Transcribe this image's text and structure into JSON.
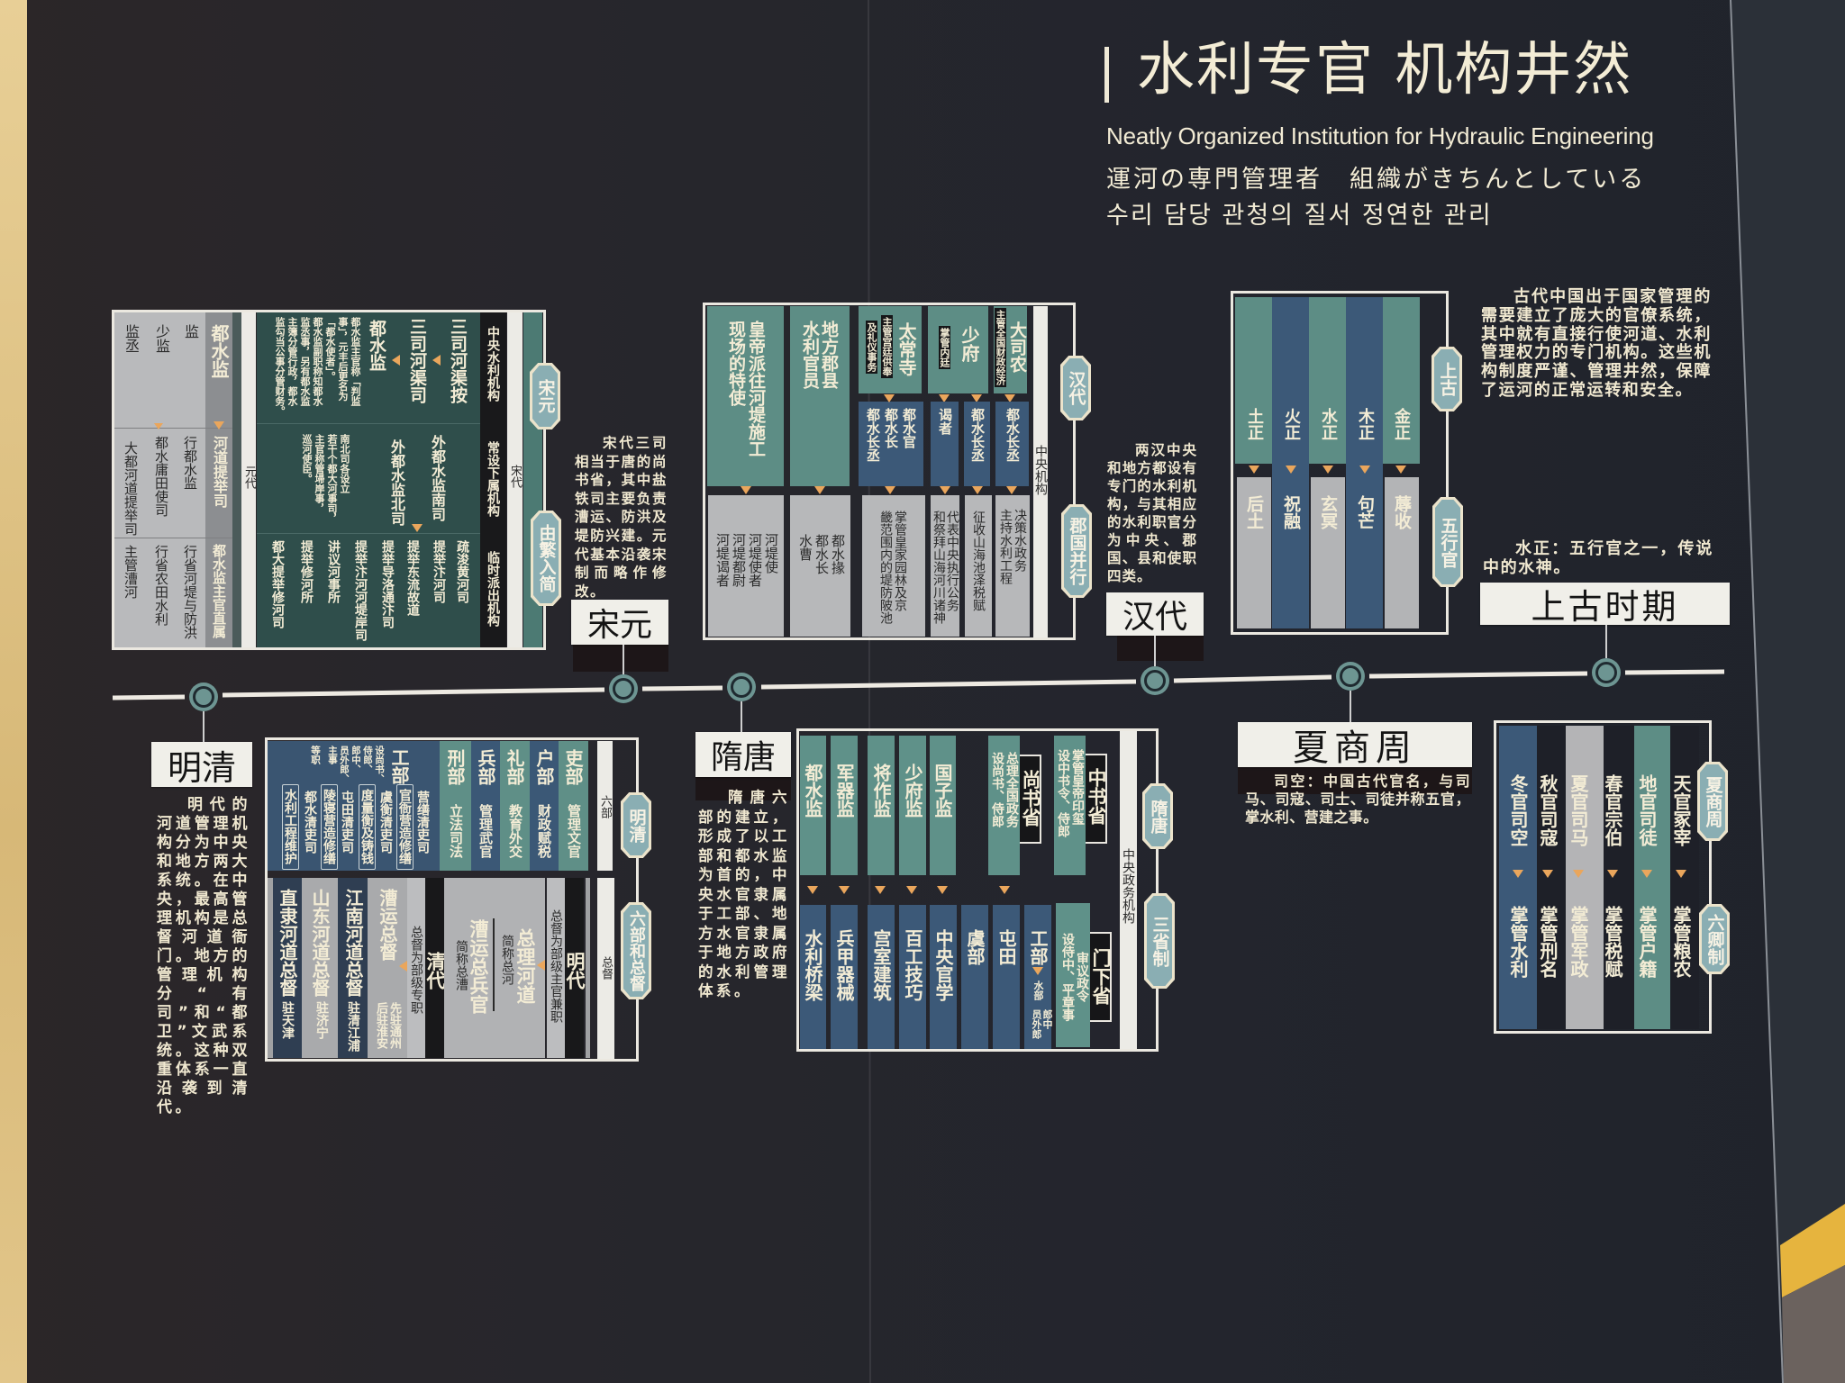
{
  "header": {
    "title": "水利专官 机构井然",
    "subtitle_en": "Neatly Organized Institution for Hydraulic Engineering",
    "subtitle_ja": "運河の専門管理者　組織がきちんとしている",
    "subtitle_ko": "수리 담당 관청의 질서 정연한 관리"
  },
  "colors": {
    "teal": "#5d8d85",
    "navy": "#3c5978",
    "grey": "#b7b8ba",
    "badge": "#8aaeb3",
    "arrow": "#eaa65c",
    "panel": "#24262d",
    "text_cream": "#f3ecd5",
    "accent_gold": "#e6b43e"
  },
  "shanggu": {
    "period_label": "上古时期",
    "badges": [
      "上古",
      "五行官"
    ],
    "description": "古代中国出于国家管理的需要建立了庞大的官僚系统，其中就有直接行使河道、水利管理权力的专门机构。这些机构制度严谨、管理井然，保障了运河的正常运转和安全。",
    "note": "水正：五行官之一，传说中的水神。",
    "columns": [
      {
        "office": "土正",
        "deity": "后土"
      },
      {
        "office": "火正",
        "deity": "祝融"
      },
      {
        "office": "水正",
        "deity": "玄冥"
      },
      {
        "office": "木正",
        "deity": "句芒"
      },
      {
        "office": "金正",
        "deity": "蓐收"
      }
    ]
  },
  "xiashangzhou": {
    "period_label": "夏商周",
    "badges": [
      "夏商周",
      "六卿制"
    ],
    "note": "司空：中国古代官名，与司马、司寇、司士、司徒并称五官，掌水利、营建之事。",
    "columns": [
      {
        "office": "冬官司空",
        "duty": "掌管水利"
      },
      {
        "office": "秋官司寇",
        "duty": "掌管刑名"
      },
      {
        "office": "夏官司马",
        "duty": "掌管军政"
      },
      {
        "office": "春官宗伯",
        "duty": "掌管税赋"
      },
      {
        "office": "地官司徒",
        "duty": "掌管户籍"
      },
      {
        "office": "天官冢宰",
        "duty": "掌管粮农"
      }
    ]
  },
  "han": {
    "period_label": "汉代",
    "badges": [
      "汉代",
      "郡国并行"
    ],
    "bar_label": "中央机构",
    "description": "两汉中央和地方都设有专门的水利机构，与其相应的水利职官分为中央、郡国、县和使职四类。",
    "envoy": {
      "title_lines": [
        "皇帝派往河堤施工",
        "现场的特使"
      ],
      "officials": [
        "河堤使",
        "河堤使者",
        "河堤都尉",
        "河堤谒者"
      ]
    },
    "local": {
      "title_lines": [
        "地方郡县",
        "水利官员"
      ],
      "officials": [
        "都水掾",
        "都水长",
        "水曹"
      ]
    },
    "taichang": {
      "name": "太常寺",
      "role_lines": [
        "主管宫廷供奉",
        "及礼仪事务"
      ],
      "officials": [
        "都水官",
        "都水长",
        "都水长丞"
      ],
      "duty_lines": [
        "掌管皇家园林及京",
        "畿范围内的堤防陂池"
      ]
    },
    "shaofu": {
      "name": "少府",
      "role": "掌管内廷",
      "units": [
        {
          "official": "谒者",
          "duty_lines": [
            "代表中央执行公务",
            "和祭拜山海河川诸神"
          ]
        },
        {
          "official": "都水长丞",
          "duty_lines": [
            "征收山海池泽税赋"
          ]
        }
      ]
    },
    "dasinong": {
      "name": "大司农",
      "role": "主管全国财政经济",
      "official": "都水长丞",
      "duty_lines": [
        "决策水政务",
        "主持水利工程"
      ]
    }
  },
  "songyuan": {
    "period_label": "宋元",
    "badges": [
      "宋元",
      "由繁入简"
    ],
    "description": "宋代三司相当于唐的尚书省，其中盐铁司主要负责漕运、防洪及堤防兴建。元代基本沿袭宋制而略作修改。",
    "yuan": {
      "bar_label": "元代",
      "head": [
        "都水监",
        "河道提举司",
        "都水监主官直属"
      ],
      "rows": [
        [
          "监",
          "少监",
          "监丞"
        ],
        [
          "行都水监",
          "都水庸田使司",
          "大都河道提举司"
        ],
        [
          "行省河堤与防洪",
          "行省农田水利",
          "主管漕河"
        ]
      ]
    },
    "song": {
      "bar_label": "宋代",
      "tiers": [
        "中央水利机构",
        "常设下属机构",
        "临时派出机构"
      ],
      "central": [
        "三司河渠按",
        "三司河渠司",
        "都水监"
      ],
      "central_note_lines": [
        "都水监主官称「判监",
        "事」，元丰后更名为",
        "「都水使者」。",
        "都水监副职称知都水",
        "监丞事，另有都水监",
        "主簿分管行政，都水",
        "监勾当公事分管财务。"
      ],
      "standing": [
        "外都水监南司",
        "外都水监北司"
      ],
      "standing_note_lines": [
        "南北司各设立",
        "若干个都大河事司，",
        "主官称管埽岸事，",
        "巡河使臣。"
      ],
      "temporary": [
        "疏浚黄河司",
        "提举汴河司",
        "提举东流故道",
        "提举导洛通汴司",
        "提举汴河河堤岸司",
        "讲议河事所",
        "提举修河所",
        "都大提举修河司"
      ]
    }
  },
  "suitang": {
    "period_label": "隋唐",
    "badges": [
      "隋唐",
      "三省制"
    ],
    "bar_label": "中央政务机构",
    "description": "隋唐六部的建立，形成了以工部和都水监为首的，中央水官隶属于工部、地方水官隶属于地方政府的水利管理体系。",
    "zhongshu": {
      "name": "中书省",
      "role_lines": [
        "掌管皇帝印玺",
        "设中书令、侍郎"
      ]
    },
    "shangshu": {
      "name": "尚书省",
      "role_lines": [
        "总理全国政务",
        "设尚书、侍郎"
      ]
    },
    "menxia": {
      "name": "门下省",
      "role_lines": [
        "审议政令",
        "设侍中、平章事"
      ]
    },
    "directorates": [
      {
        "name": "都水监",
        "duty": "水利桥梁"
      },
      {
        "name": "军器监",
        "duty": "兵甲器械"
      },
      {
        "name": "将作监",
        "duty": "宫室建筑"
      },
      {
        "name": "少府监",
        "duty": "百工技巧"
      },
      {
        "name": "国子监",
        "duty": "中央官学"
      }
    ],
    "ministry_units": [
      "虞部",
      "屯田"
    ],
    "gongbu": {
      "name": "工部",
      "sub": "水部",
      "officials": [
        "郎中",
        "员外郎"
      ]
    }
  },
  "mingqing": {
    "period_label": "明清",
    "badges": [
      "明清",
      "六部和总督"
    ],
    "description": "明代的河道管理机构分为中央和地方两大系统。在中央，最高管理机构是总督河道衙门。地方的管理机构分“有司”和“都卫”文武系统。这种双重体系一直沿袭到清代。",
    "liubu": {
      "bar_label": "六部",
      "ministries": [
        {
          "name": "吏部",
          "duty": "管理文官"
        },
        {
          "name": "户部",
          "duty": "财政赋税"
        },
        {
          "name": "礼部",
          "duty": "教育外交"
        },
        {
          "name": "兵部",
          "duty": "管理武官"
        },
        {
          "name": "刑部",
          "duty": "立法司法"
        }
      ],
      "gongbu": {
        "name": "工部",
        "staff_lines": [
          "设尚书、",
          "侍郎、",
          "郎中、",
          "员外郎、",
          "主事",
          "等职"
        ],
        "bureaus": [
          {
            "name": "营缮清吏司",
            "duty": "官衙营造修缮"
          },
          {
            "name": "虞衡清吏司",
            "duty": "度量衡及铸钱"
          },
          {
            "name": "屯田清吏司",
            "duty": "陵寝营造修缮"
          },
          {
            "name": "都水清吏司",
            "duty": "水利工程维护"
          }
        ]
      }
    },
    "zongdu": {
      "bar_label": "总督",
      "ming": {
        "label": "明代",
        "rank_note": "总督为部级主官兼职",
        "offices": [
          {
            "name": "总理河道",
            "abbr": "简称总河"
          },
          {
            "name": "漕运总兵官",
            "abbr": "简称总漕"
          }
        ]
      },
      "qing": {
        "label": "清代",
        "rank_note": "总督为部级专职",
        "offices": [
          {
            "name": "漕运总督",
            "seat_lines": [
              "先驻通州",
              "后驻淮安"
            ]
          },
          {
            "name": "江南河道总督",
            "seat": "驻清江浦"
          },
          {
            "name": "山东河道总督",
            "seat": "驻济宁"
          },
          {
            "name": "直隶河道总督",
            "seat": "驻天津"
          }
        ]
      }
    }
  }
}
